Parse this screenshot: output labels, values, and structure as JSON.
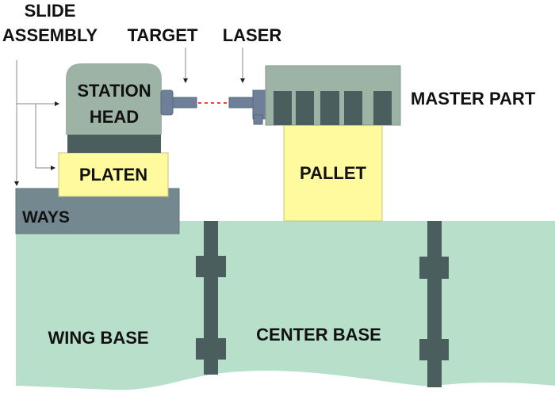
{
  "labels": {
    "slide_line1": "SLIDE",
    "slide_line2": "ASSEMBLY",
    "target": "TARGET",
    "laser": "LASER",
    "station_line1": "STATION",
    "station_line2": "HEAD",
    "platen": "PLATEN",
    "ways": "WAYS",
    "master_part": "MASTER PART",
    "pallet": "PALLET",
    "wing_base": "WING BASE",
    "center_base": "CENTER BASE"
  },
  "colors": {
    "station_head": "#9cb3a6",
    "dark_slate": "#4a5e5e",
    "platen_yellow": "#fffa9e",
    "ways_gray": "#748890",
    "base_mint": "#b7dfc9",
    "fixture_blue": "#6e8099",
    "laser_beam": "#e04a3a",
    "leader_line": "#888888"
  }
}
